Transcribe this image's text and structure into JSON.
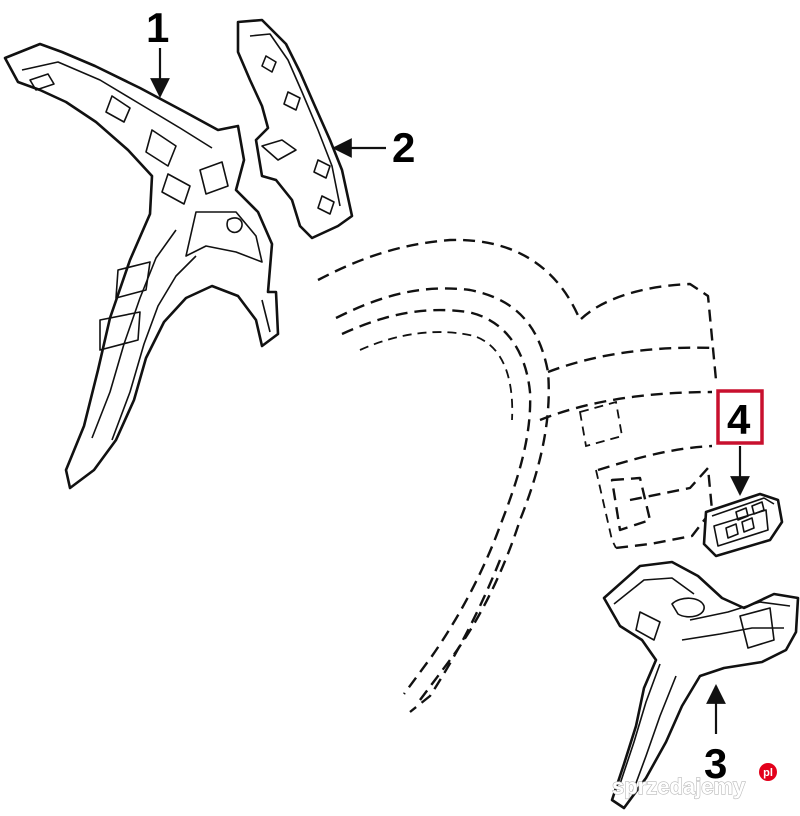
{
  "diagram": {
    "callouts": [
      {
        "id": "1",
        "label": "1"
      },
      {
        "id": "2",
        "label": "2"
      },
      {
        "id": "3",
        "label": "3"
      },
      {
        "id": "4",
        "label": "4"
      }
    ],
    "highlight_color": "#c8102e",
    "highlighted_callout": "4"
  },
  "watermark": {
    "text": "sprzedajemy",
    "suffix": "pl",
    "badge_color": "#e3001b"
  }
}
